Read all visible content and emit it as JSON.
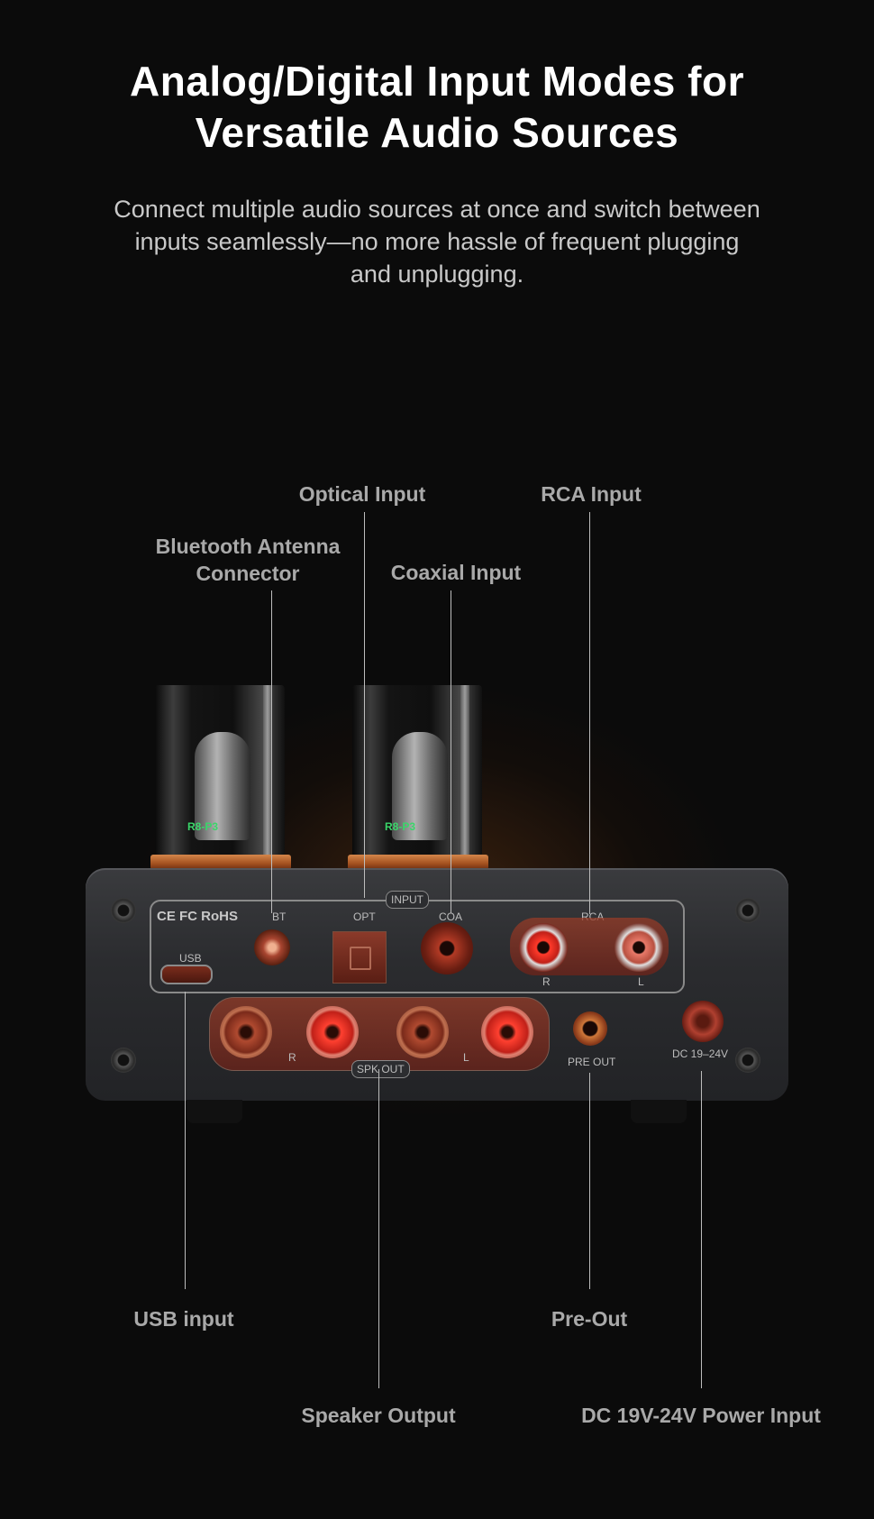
{
  "heading": {
    "title_line1": "Analog/Digital Input Modes for",
    "title_line2": "Versatile Audio Sources",
    "subtitle_line1": "Connect multiple audio sources at once and switch between",
    "subtitle_line2": "inputs seamlessly—no more hassle of frequent plugging",
    "subtitle_line3": "and unplugging."
  },
  "callouts": {
    "optical": "Optical Input",
    "rca": "RCA Input",
    "bluetooth_line1": "Bluetooth Antenna",
    "bluetooth_line2": "Connector",
    "coaxial": "Coaxial Input",
    "usb": "USB input",
    "preout": "Pre-Out",
    "speaker": "Speaker Output",
    "dc": "DC 19V-24V Power Input"
  },
  "panel": {
    "input_label": "INPUT",
    "certs": "CE FC RoHS",
    "bt": "BT",
    "opt": "OPT",
    "coa": "COA",
    "rca": "RCA",
    "usb": "USB",
    "rca_r": "R",
    "rca_l": "L",
    "spk_r": "R",
    "spk_l": "L",
    "spk_out": "SPK OUT",
    "pre_out": "PRE OUT",
    "dc": "DC 19–24V",
    "tube_text": "R8-P3"
  },
  "colors": {
    "background": "#0b0b0b",
    "accent_copper": "#c06a34",
    "callout_text": "#a9a9a9"
  }
}
